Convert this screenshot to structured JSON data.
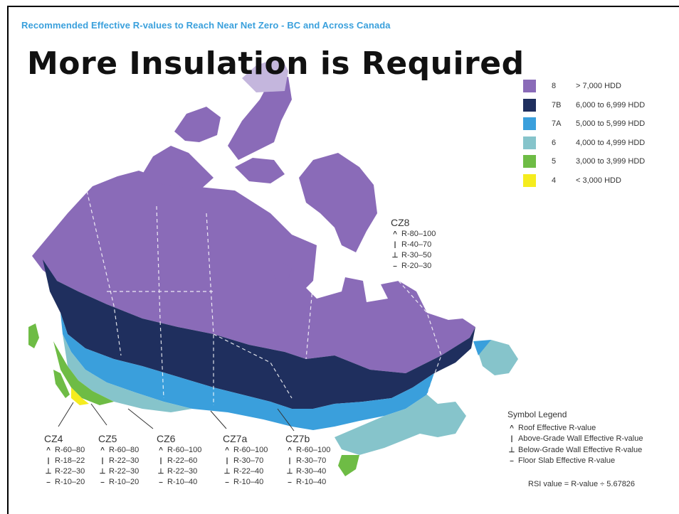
{
  "header": {
    "subtitle": "Recommended Effective R-values to Reach Near Net Zero - BC and Across Canada",
    "title": "More Insulation is Required"
  },
  "legend": [
    {
      "zone": "8",
      "range": "> 7,000 HDD",
      "color": "#8a6bb8"
    },
    {
      "zone": "7B",
      "range": "6,000 to 6,999 HDD",
      "color": "#1f2f5e"
    },
    {
      "zone": "7A",
      "range": "5,000 to 5,999 HDD",
      "color": "#3a9fdc"
    },
    {
      "zone": "6",
      "range": "4,000 to 4,999 HDD",
      "color": "#86c4cb"
    },
    {
      "zone": "5",
      "range": "3,000 to 3,999 HDD",
      "color": "#6ebc45"
    },
    {
      "zone": "4",
      "range": "< 3,000 HDD",
      "color": "#f5ec1e"
    }
  ],
  "zones": [
    {
      "name": "CZ8",
      "roof": "R-80–100",
      "above": "R-40–70",
      "below": "R-30–50",
      "slab": "R-20–30"
    },
    {
      "name": "CZ4",
      "roof": "R-60–80",
      "above": "R-18–22",
      "below": "R-22–30",
      "slab": "R-10–20"
    },
    {
      "name": "CZ5",
      "roof": "R-60–80",
      "above": "R-22–30",
      "below": "R-22–30",
      "slab": "R-10–20"
    },
    {
      "name": "CZ6",
      "roof": "R-60–100",
      "above": "R-22–60",
      "below": "R-22–30",
      "slab": "R-10–40"
    },
    {
      "name": "CZ7a",
      "roof": "R-60–100",
      "above": "R-30–70",
      "below": "R-22–40",
      "slab": "R-10–40"
    },
    {
      "name": "CZ7b",
      "roof": "R-60–100",
      "above": "R-30–70",
      "below": "R-30–40",
      "slab": "R-10–40"
    }
  ],
  "symbol_legend": {
    "title": "Symbol Legend",
    "items": [
      {
        "symbol": "roof-icon",
        "label": "Roof Effective R-value"
      },
      {
        "symbol": "above-grade-wall-icon",
        "label": "Above-Grade Wall Effective R-value"
      },
      {
        "symbol": "below-grade-wall-icon",
        "label": "Below-Grade Wall Effective R-value"
      },
      {
        "symbol": "floor-slab-icon",
        "label": "Floor Slab Effective R-value"
      }
    ]
  },
  "rsi_note": "RSI value = R-value ÷ 5.67826"
}
